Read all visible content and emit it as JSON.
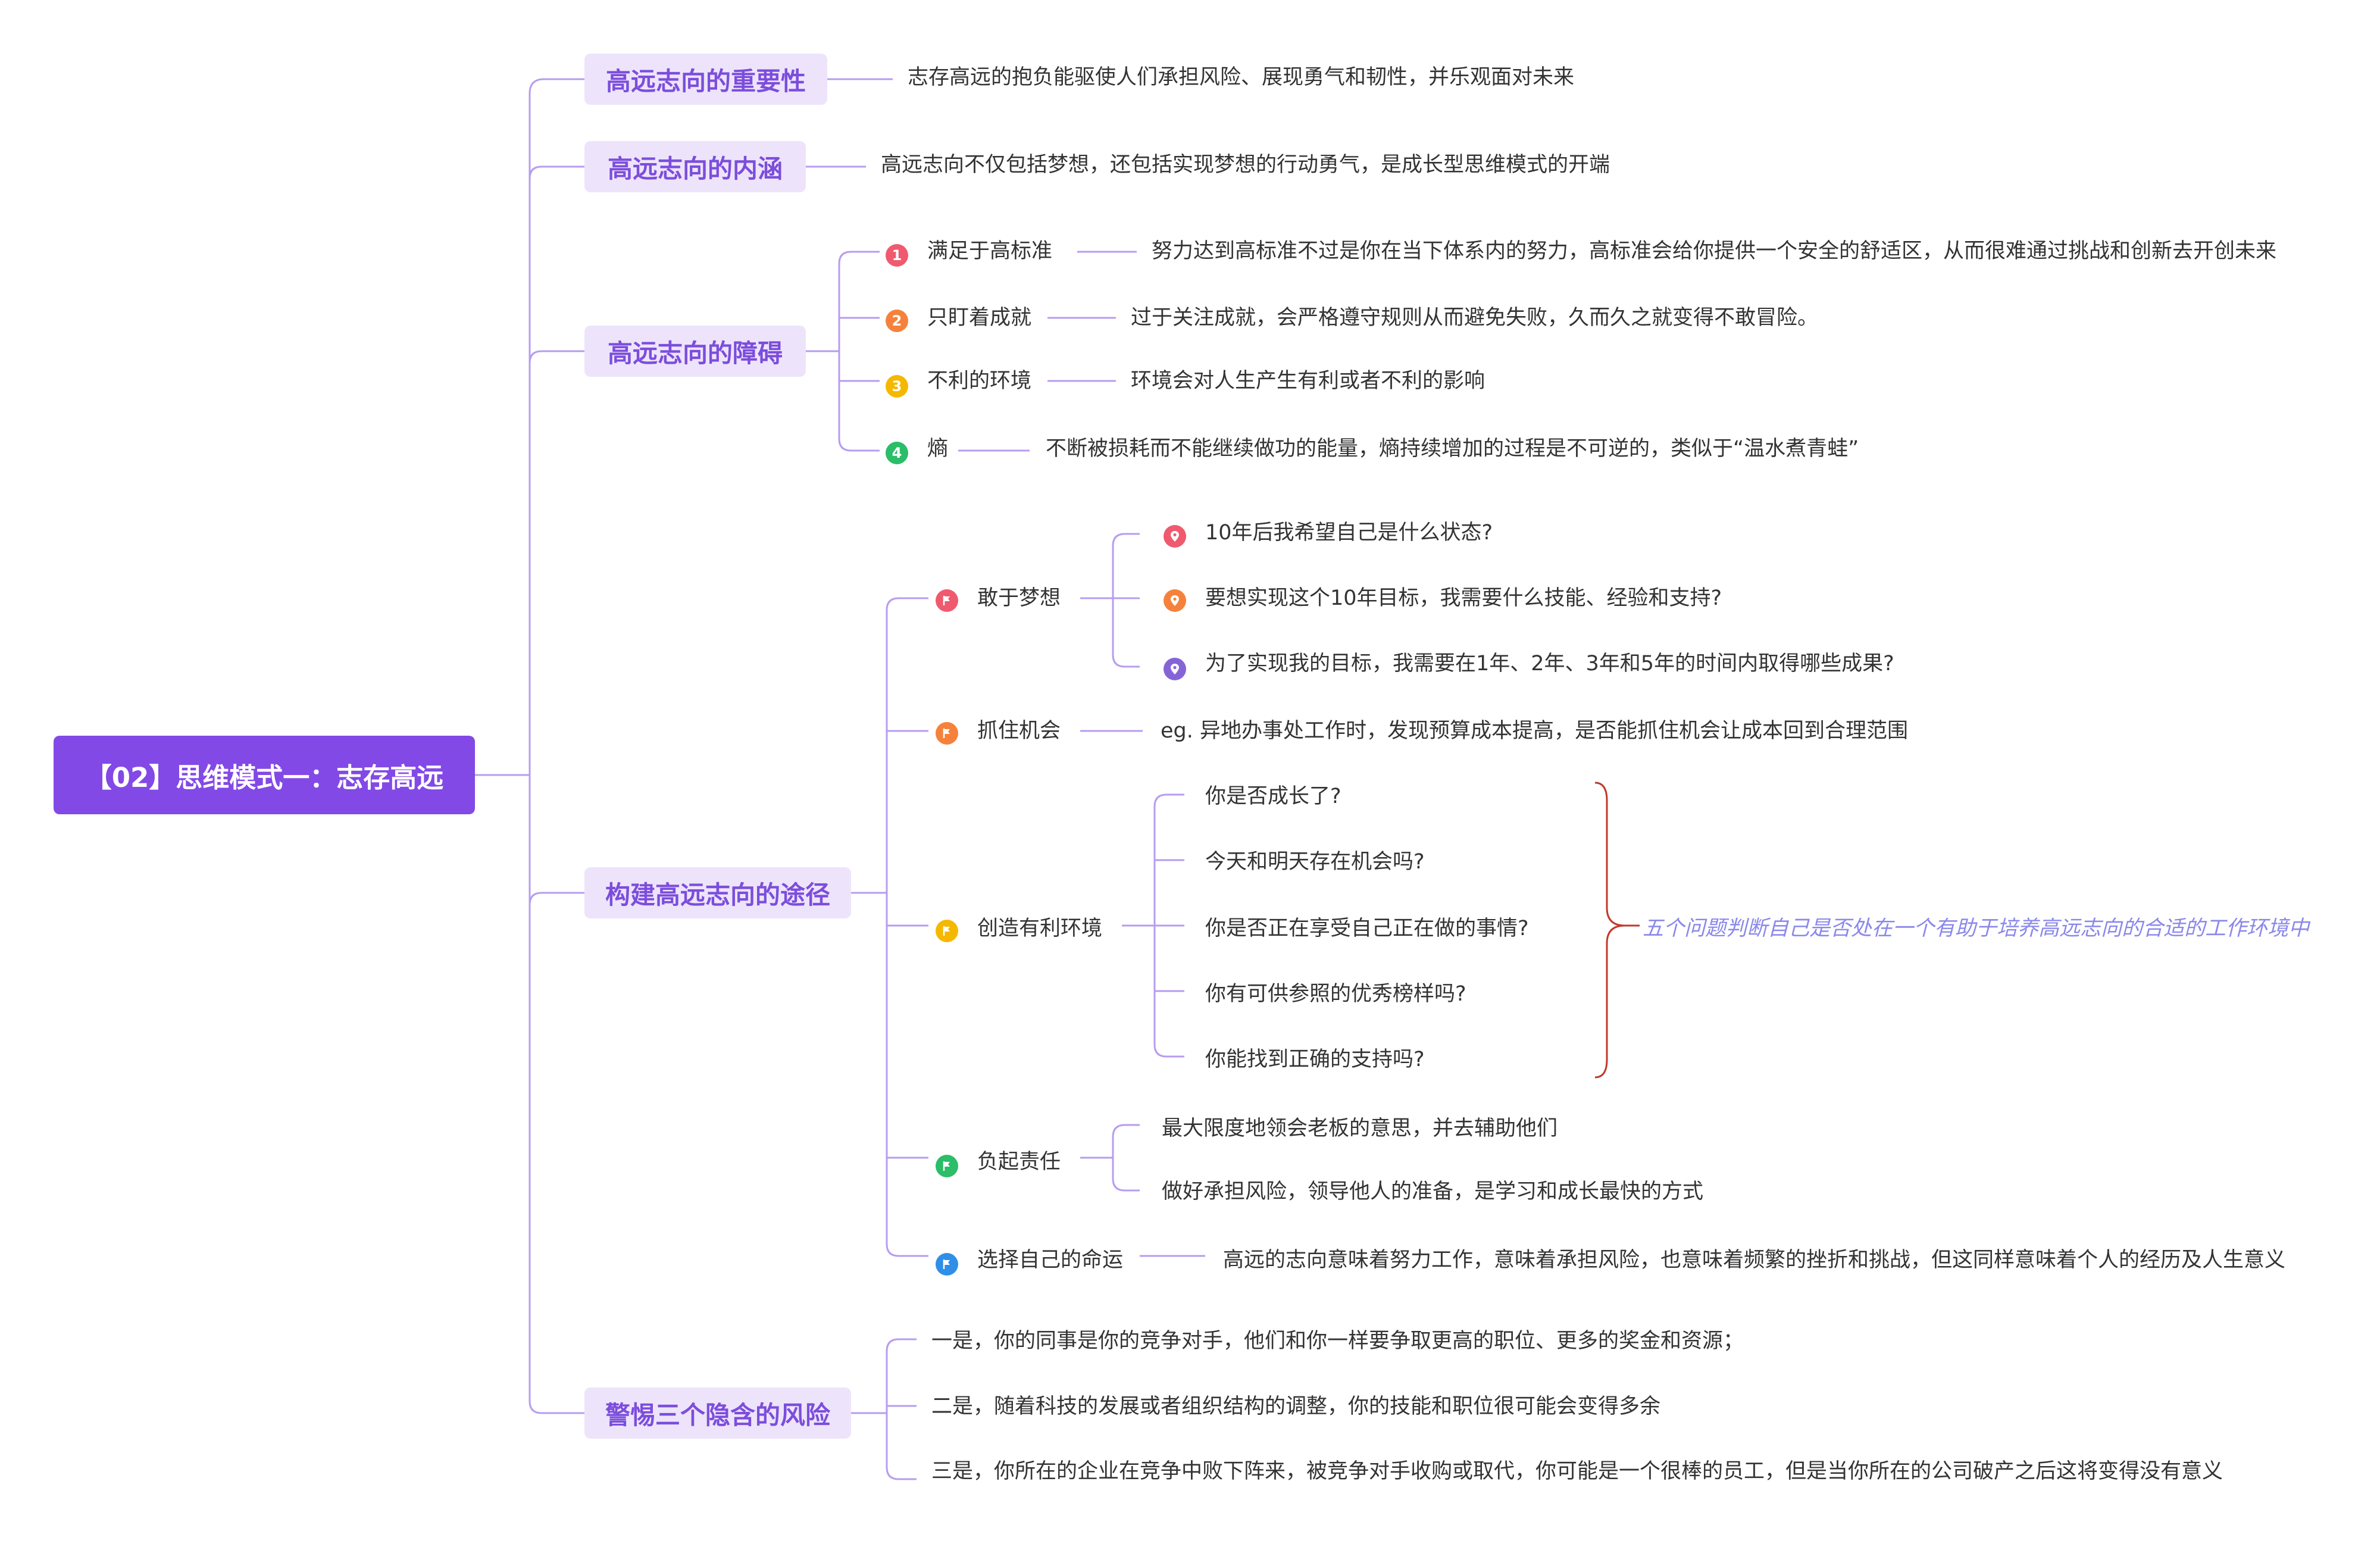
{
  "root": "【02】思维模式一：志存高远",
  "colors": {
    "root_bg": "#8249e6",
    "branch_bg": "#ede4fb",
    "branch_text": "#7c4ddc",
    "line": "#b79cf0",
    "brace": "#c0392b",
    "summary": "#8a88ea",
    "red": "#ef5a6f",
    "orange": "#f5823c",
    "yellow": "#f5b800",
    "green": "#2bbd68",
    "blue": "#2f8fe8",
    "purple": "#8565d6"
  },
  "importance": {
    "title": "高远志向的重要性",
    "desc": "志存高远的抱负能驱使人们承担风险、展现勇气和韧性，并乐观面对未来"
  },
  "meaning": {
    "title": "高远志向的内涵",
    "desc": "高远志向不仅包括梦想，还包括实现梦想的行动勇气，是成长型思维模式的开端"
  },
  "obstacles": {
    "title": "高远志向的障碍",
    "items": [
      {
        "num": "1",
        "label": "满足于高标准",
        "desc": "努力达到高标准不过是你在当下体系内的努力，高标准会给你提供一个安全的舒适区，从而很难通过挑战和创新去开创未来"
      },
      {
        "num": "2",
        "label": "只盯着成就",
        "desc": "过于关注成就，会严格遵守规则从而避免失败，久而久之就变得不敢冒险。"
      },
      {
        "num": "3",
        "label": "不利的环境",
        "desc": "环境会对人生产生有利或者不利的影响"
      },
      {
        "num": "4",
        "label": "熵",
        "desc": "不断被损耗而不能继续做功的能量，熵持续增加的过程是不可逆的，类似于“温水煮青蛙”"
      }
    ]
  },
  "paths": {
    "title": "构建高远志向的途径",
    "dream": {
      "label": "敢于梦想",
      "icon": "flag-icon",
      "items": [
        {
          "icon": "pin-icon",
          "text": "10年后我希望自己是什么状态?"
        },
        {
          "icon": "pin-icon",
          "text": "要想实现这个10年目标，我需要什么技能、经验和支持?"
        },
        {
          "icon": "pin-icon",
          "text": "为了实现我的目标，我需要在1年、2年、3年和5年的时间内取得哪些成果?"
        }
      ]
    },
    "opportunity": {
      "label": "抓住机会",
      "icon": "flag-icon",
      "desc": "eg. 异地办事处工作时，发现预算成本提高，是否能抓住机会让成本回到合理范围"
    },
    "environment": {
      "label": "创造有利环境",
      "icon": "flag-icon",
      "items": [
        "你是否成长了?",
        "今天和明天存在机会吗?",
        "你是否正在享受自己正在做的事情?",
        "你有可供参照的优秀榜样吗?",
        "你能找到正确的支持吗?"
      ],
      "summary": "五个问题判断自己是否处在一个有助于培养高远志向的合适的工作环境中"
    },
    "responsibility": {
      "label": "负起责任",
      "icon": "flag-icon",
      "items": [
        "最大限度地领会老板的意思，并去辅助他们",
        "做好承担风险，领导他人的准备，是学习和成长最快的方式"
      ]
    },
    "destiny": {
      "label": "选择自己的命运",
      "icon": "flag-icon",
      "desc": "高远的志向意味着努力工作，意味着承担风险，也意味着频繁的挫折和挑战，但这同样意味着个人的经历及人生意义"
    }
  },
  "risks": {
    "title": "警惕三个隐含的风险",
    "items": [
      "一是，你的同事是你的竞争对手，他们和你一样要争取更高的职位、更多的奖金和资源；",
      "二是，随着科技的发展或者组织结构的调整，你的技能和职位很可能会变得多余",
      "三是，你所在的企业在竞争中败下阵来，被竞争对手收购或取代，你可能是一个很棒的员工，但是当你所在的公司破产之后这将变得没有意义"
    ]
  }
}
